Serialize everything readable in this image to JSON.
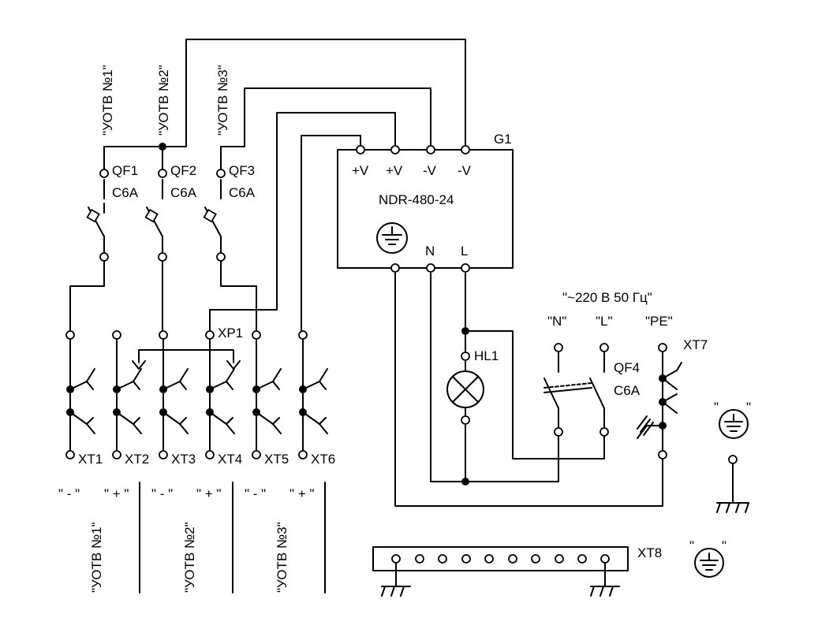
{
  "top_labels": {
    "utv1": "\"УОТВ №1\"",
    "utv2": "\"УОТВ №2\"",
    "utv3": "\"УОТВ №3\""
  },
  "breakers": [
    {
      "name": "QF1",
      "rating": "C6A"
    },
    {
      "name": "QF2",
      "rating": "C6A"
    },
    {
      "name": "QF3",
      "rating": "C6A"
    }
  ],
  "psu": {
    "designator": "G1",
    "model": "NDR-480-24",
    "out_pins": [
      "+V",
      "+V",
      "-V",
      "-V"
    ],
    "in_pins": [
      "N",
      "L"
    ]
  },
  "mains": {
    "label": "\"~220 В 50 Гц\"",
    "n": "\"N\"",
    "l": "\"L\"",
    "pe": "\"PE\"",
    "xt7": "XT7",
    "qf4_name": "QF4",
    "qf4_rating": "C6A"
  },
  "lamp": "HL1",
  "connector": "XP1",
  "terminals": [
    "XT1",
    "XT2",
    "XT3",
    "XT4",
    "XT5",
    "XT6"
  ],
  "polarity": [
    "\" - \"",
    "\" + \"",
    "\" - \"",
    "\" + \"",
    "\" - \"",
    "\" + \""
  ],
  "bottom_labels": [
    "\"УОТВ №1\"",
    "\"УОТВ №2\"",
    "\"УОТВ №3\""
  ],
  "ground_bar": "XT8",
  "ground_symbol_quote_left": "\"",
  "ground_symbol_quote_right": "\""
}
